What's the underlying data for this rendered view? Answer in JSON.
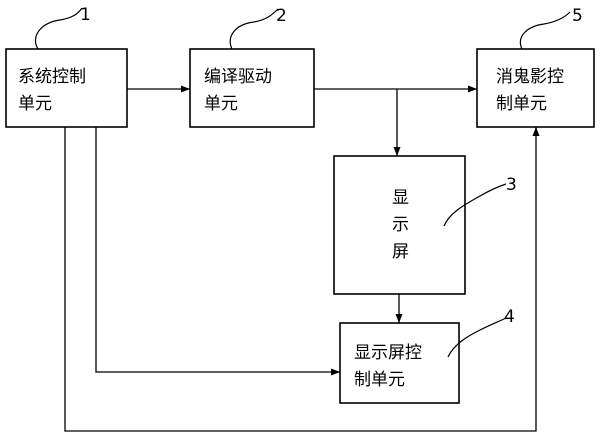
{
  "blocks": {
    "b1": {
      "number": "1",
      "line1": "系统控制",
      "line2": "单元"
    },
    "b2": {
      "number": "2",
      "line1": "编译驱动",
      "line2": "单元"
    },
    "b3": {
      "number": "3",
      "line1": "显",
      "line2": "示",
      "line3": "屏"
    },
    "b4": {
      "number": "4",
      "line1": "显示屏控",
      "line2": "制单元"
    },
    "b5": {
      "number": "5",
      "line1": "消鬼影控",
      "line2": "制单元"
    }
  },
  "connections": [
    {
      "from": "b1",
      "to": "b2"
    },
    {
      "from": "b2",
      "to": "b5"
    },
    {
      "from": "b2",
      "to": "b3"
    },
    {
      "from": "b3",
      "to": "b4"
    },
    {
      "from": "b1",
      "to": "b4"
    },
    {
      "from": "b1",
      "to": "b5"
    }
  ]
}
